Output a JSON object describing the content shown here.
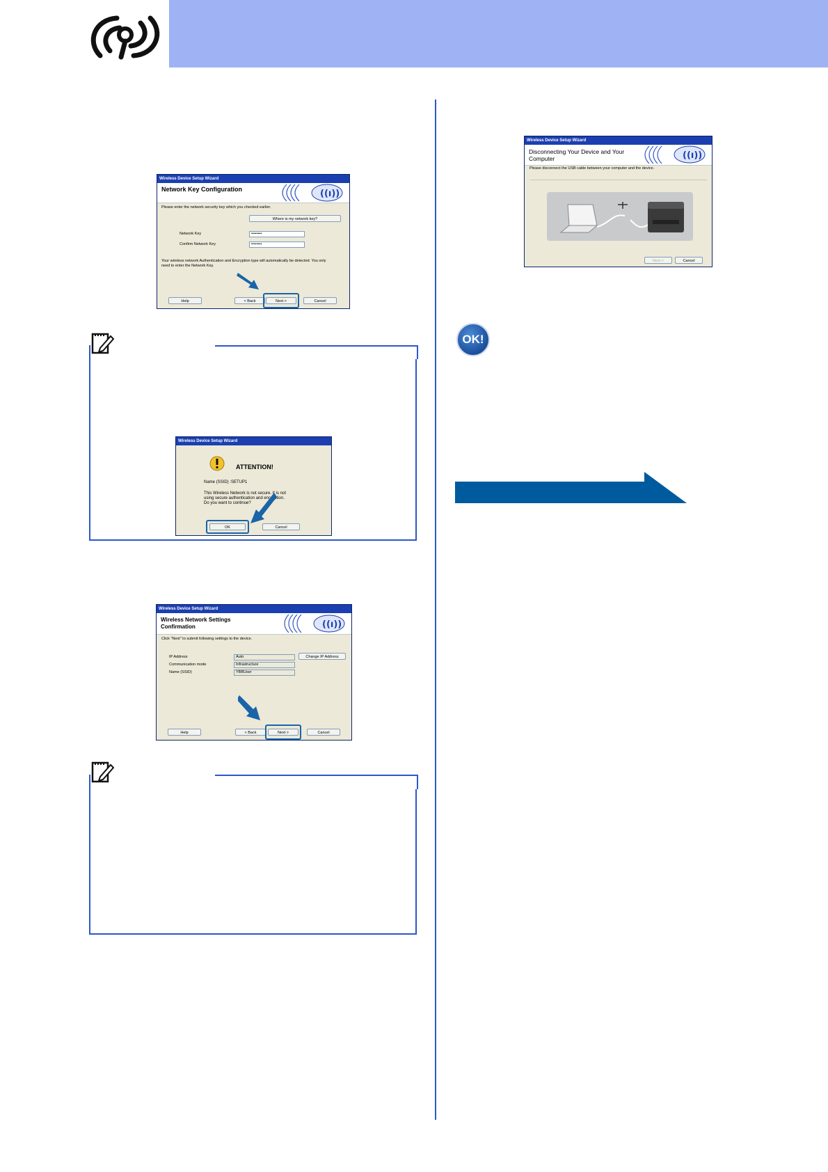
{
  "dialogs": {
    "network_key": {
      "title": "Wireless Device Setup Wizard",
      "heading": "Network Key Configuration",
      "instruction": "Please enter the network security key which you checked earlier.",
      "where_button": "Where is my network key?",
      "network_key_label": "Network Key",
      "network_key_value": "••••••••",
      "confirm_label": "Confirm Network Key",
      "confirm_value": "••••••••",
      "info_line1": "Your wireless network Authentication and Encryption type will automatically be detected. You only",
      "info_line2": "need to enter the Network Key.",
      "help_button": "Help",
      "back_button": "< Back",
      "next_button": "Next >",
      "cancel_button": "Cancel"
    },
    "attention": {
      "title": "Wireless Device Setup Wizard",
      "heading": "ATTENTION!",
      "ssid_line": "Name (SSID) :SETUP1",
      "msg_line1": "This Wireless Network is not secure. It is not",
      "msg_line2": "using secure authentication and encryption.",
      "msg_line3": "Do you want to continue?",
      "ok_button": "OK",
      "cancel_button": "Cancel"
    },
    "confirmation": {
      "title": "Wireless Device Setup Wizard",
      "heading_line1": "Wireless Network Settings",
      "heading_line2": "Confirmation",
      "instruction": "Click \"Next\" to submit following settings to the device.",
      "rows": [
        {
          "label": "IP Address",
          "value": "Auto"
        },
        {
          "label": "Communication mode",
          "value": "Infrastructure"
        },
        {
          "label": "Name (SSID)",
          "value": "YBBUser"
        }
      ],
      "change_ip_button": "Change IP Address",
      "help_button": "Help",
      "back_button": "< Back",
      "next_button": "Next >",
      "cancel_button": "Cancel"
    },
    "disconnect": {
      "title": "Wireless Device Setup Wizard",
      "heading_line1": "Disconnecting Your Device and Your",
      "heading_line2": "Computer",
      "instruction": "Please disconnect the USB cable between your computer and the device.",
      "next_button": "Next >",
      "cancel_button": "Cancel"
    }
  },
  "ok_badge": "OK!",
  "colors": {
    "header_band": "#9fb2f3",
    "accent_blue": "#2d57c8",
    "arrow_blue": "#005a9e"
  }
}
